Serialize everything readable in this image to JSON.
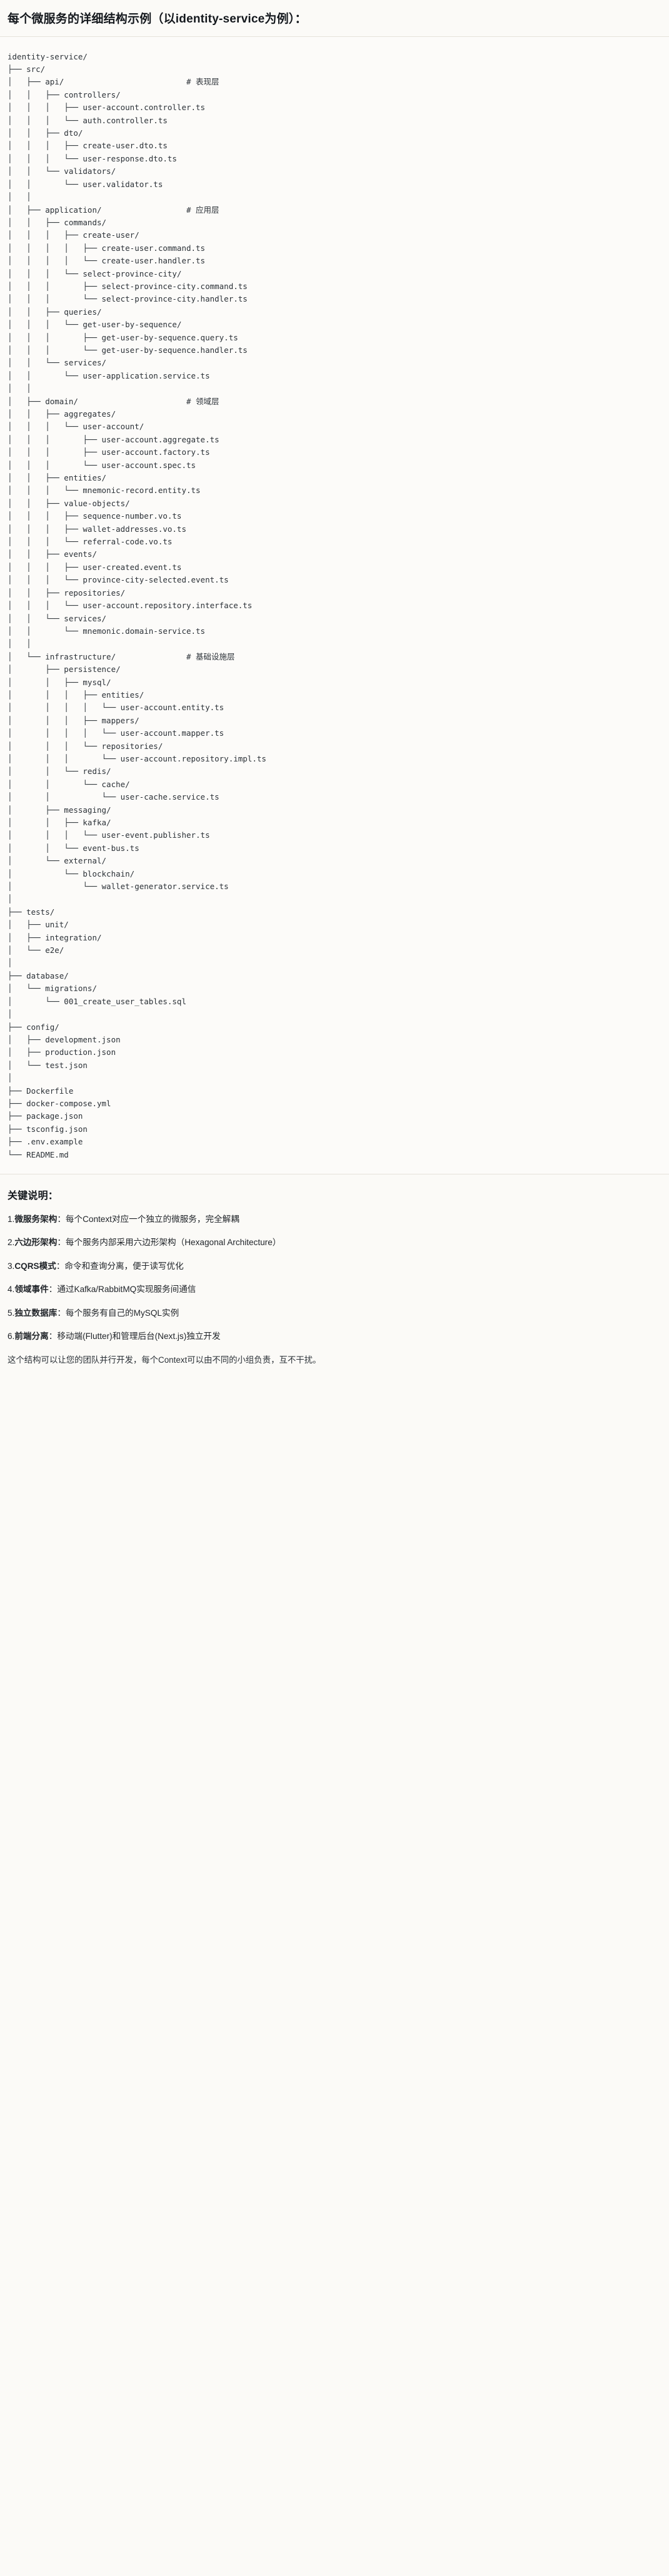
{
  "document": {
    "title": "每个微服务的详细结构示例（以identity-service为例）：",
    "tree_root": "identity-service/",
    "tree_text": "identity-service/\n├── src/\n│   ├── api/                          # 表现层\n│   │   ├── controllers/\n│   │   │   ├── user-account.controller.ts\n│   │   │   └── auth.controller.ts\n│   │   ├── dto/\n│   │   │   ├── create-user.dto.ts\n│   │   │   └── user-response.dto.ts\n│   │   └── validators/\n│   │       └── user.validator.ts\n│   │\n│   ├── application/                  # 应用层\n│   │   ├── commands/\n│   │   │   ├── create-user/\n│   │   │   │   ├── create-user.command.ts\n│   │   │   │   └── create-user.handler.ts\n│   │   │   └── select-province-city/\n│   │   │       ├── select-province-city.command.ts\n│   │   │       └── select-province-city.handler.ts\n│   │   ├── queries/\n│   │   │   └── get-user-by-sequence/\n│   │   │       ├── get-user-by-sequence.query.ts\n│   │   │       └── get-user-by-sequence.handler.ts\n│   │   └── services/\n│   │       └── user-application.service.ts\n│   │\n│   ├── domain/                       # 领域层\n│   │   ├── aggregates/\n│   │   │   └── user-account/\n│   │   │       ├── user-account.aggregate.ts\n│   │   │       ├── user-account.factory.ts\n│   │   │       └── user-account.spec.ts\n│   │   ├── entities/\n│   │   │   └── mnemonic-record.entity.ts\n│   │   ├── value-objects/\n│   │   │   ├── sequence-number.vo.ts\n│   │   │   ├── wallet-addresses.vo.ts\n│   │   │   └── referral-code.vo.ts\n│   │   ├── events/\n│   │   │   ├── user-created.event.ts\n│   │   │   └── province-city-selected.event.ts\n│   │   ├── repositories/\n│   │   │   └── user-account.repository.interface.ts\n│   │   └── services/\n│   │       └── mnemonic.domain-service.ts\n│   │\n│   └── infrastructure/               # 基础设施层\n│       ├── persistence/\n│       │   ├── mysql/\n│       │   │   ├── entities/\n│       │   │   │   └── user-account.entity.ts\n│       │   │   ├── mappers/\n│       │   │   │   └── user-account.mapper.ts\n│       │   │   └── repositories/\n│       │   │       └── user-account.repository.impl.ts\n│       │   └── redis/\n│       │       └── cache/\n│       │           └── user-cache.service.ts\n│       ├── messaging/\n│       │   ├── kafka/\n│       │   │   └── user-event.publisher.ts\n│       │   └── event-bus.ts\n│       └── external/\n│           └── blockchain/\n│               └── wallet-generator.service.ts\n│\n├── tests/\n│   ├── unit/\n│   ├── integration/\n│   └── e2e/\n│\n├── database/\n│   └── migrations/\n│       └── 001_create_user_tables.sql\n│\n├── config/\n│   ├── development.json\n│   ├── production.json\n│   └── test.json\n│\n├── Dockerfile\n├── docker-compose.yml\n├── package.json\n├── tsconfig.json\n├── .env.example\n└── README.md",
    "tree_comments": [
      {
        "target": "api/",
        "text": "# 表现层"
      },
      {
        "target": "application/",
        "text": "# 应用层"
      },
      {
        "target": "domain/",
        "text": "# 领域层"
      },
      {
        "target": "infrastructure/",
        "text": "# 基础设施层"
      }
    ]
  },
  "notes": {
    "heading": "关键说明：",
    "items": [
      {
        "num": "1.",
        "term": "微服务架构",
        "sep": "：",
        "desc": "每个Context对应一个独立的微服务，完全解耦"
      },
      {
        "num": "2.",
        "term": "六边形架构",
        "sep": "：",
        "desc": "每个服务内部采用六边形架构（Hexagonal Architecture）"
      },
      {
        "num": "3.",
        "term": "CQRS模式",
        "sep": "：",
        "desc": "命令和查询分离，便于读写优化"
      },
      {
        "num": "4.",
        "term": "领域事件",
        "sep": "：",
        "desc": "通过Kafka/RabbitMQ实现服务间通信"
      },
      {
        "num": "5.",
        "term": "独立数据库",
        "sep": "：",
        "desc": "每个服务有自己的MySQL实例"
      },
      {
        "num": "6.",
        "term": "前端分离",
        "sep": "：",
        "desc": "移动端(Flutter)和管理后台(Next.js)独立开发"
      }
    ],
    "closing": "这个结构可以让您的团队并行开发，每个Context可以由不同的小组负责，互不干扰。"
  },
  "colors": {
    "page_background": "#fbfaf7",
    "tree_background": "#fcfbf9",
    "text": "#1f2328",
    "rule": "#e6e2da",
    "comment": "#4a5058"
  }
}
